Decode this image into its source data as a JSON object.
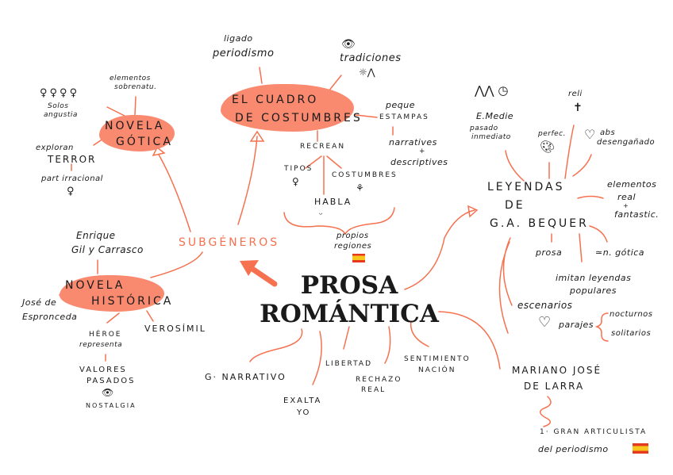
{
  "center": {
    "line1": "PROSA",
    "line2": "ROMÁNTICA"
  },
  "subgeneros": "SUBGÉNEROS",
  "cuadro": {
    "line1": "EL CUADRO",
    "line2": "DE COSTUMBRES",
    "ligado": [
      "ligado",
      "periodismo"
    ],
    "tradiciones": "tradiciones",
    "estampas": [
      "peque",
      "ESTAMPAS"
    ],
    "narrativas": [
      "narratives",
      "+",
      "descriptives"
    ],
    "recrean": "RECREAN",
    "tipos": "TIPOS",
    "costumbres": "COSTUMBRES",
    "habla": "HABLA",
    "regiones": [
      "propios",
      "regiones"
    ]
  },
  "gotica": {
    "line1": "NOVELA",
    "line2": "GÓTICA",
    "sobrenatural": [
      "elementos",
      "sobrenatu."
    ],
    "solos": [
      "Solos",
      "angustia"
    ],
    "exploran": "exploran",
    "terror": "TERROR",
    "irracional": "part irracional"
  },
  "historica": {
    "line1": "NOVELA",
    "line2": "HISTÓRICA",
    "enrique": [
      "Enrique",
      "Gil y Carrasco"
    ],
    "espronceda": [
      "José de",
      "Espronceda"
    ],
    "heroe": [
      "HÉROE",
      "representa"
    ],
    "valores": [
      "VALORES",
      "PASADOS"
    ],
    "nostalgia": "NOSTALGIA",
    "verosimil": "VEROSÍMIL"
  },
  "rasgos": {
    "narrativo": "G· NARRATIVO",
    "exalta": [
      "EXALTA",
      "YO"
    ],
    "libertad": "LIBERTAD",
    "rechazo": [
      "RECHAZO",
      "REAL"
    ],
    "nacion": [
      "SENTIMIENTO",
      "NACIÓN"
    ]
  },
  "bequer": {
    "title": [
      "LEYENDAS",
      "DE",
      "G.A. BEQUER"
    ],
    "edad_media": [
      "E.Medie",
      "pasado",
      "inmediato"
    ],
    "perfec": "perfec.",
    "reli": "reli",
    "abs": [
      "abs",
      "desengañado"
    ],
    "elementos": [
      "elementos",
      "real",
      "+",
      "fantastic."
    ],
    "prosa": "prosa",
    "gotica": "≃n. gótica",
    "imitan": [
      "imitan leyendas",
      "populares"
    ],
    "escenarios": "escenarios",
    "parajes": "parajes",
    "nocturnos": "nocturnos",
    "solitarios": "solitarios"
  },
  "larra": {
    "name": [
      "MARIANO JOSÉ",
      "DE LARRA"
    ],
    "articulista": [
      "1· GRAN ARTICULISTA",
      "del periodismo"
    ]
  },
  "colors": {
    "accent": "#f5714f",
    "blob": "#f9896f",
    "ink": "#1a1a1a",
    "flag_red": "#e53a1e",
    "flag_yellow": "#f8c51c"
  }
}
